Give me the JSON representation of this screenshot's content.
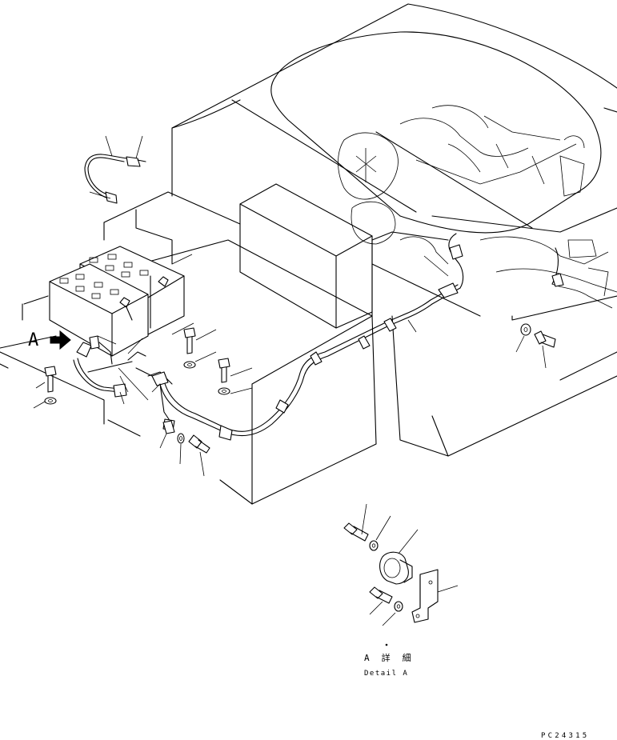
{
  "view_label": "A",
  "detail_caption_ja": "A　詳　細",
  "detail_caption_en": "Detail A",
  "drawing_code": "PC24315",
  "icons": {
    "view_arrow": "view-direction-arrow-icon"
  }
}
